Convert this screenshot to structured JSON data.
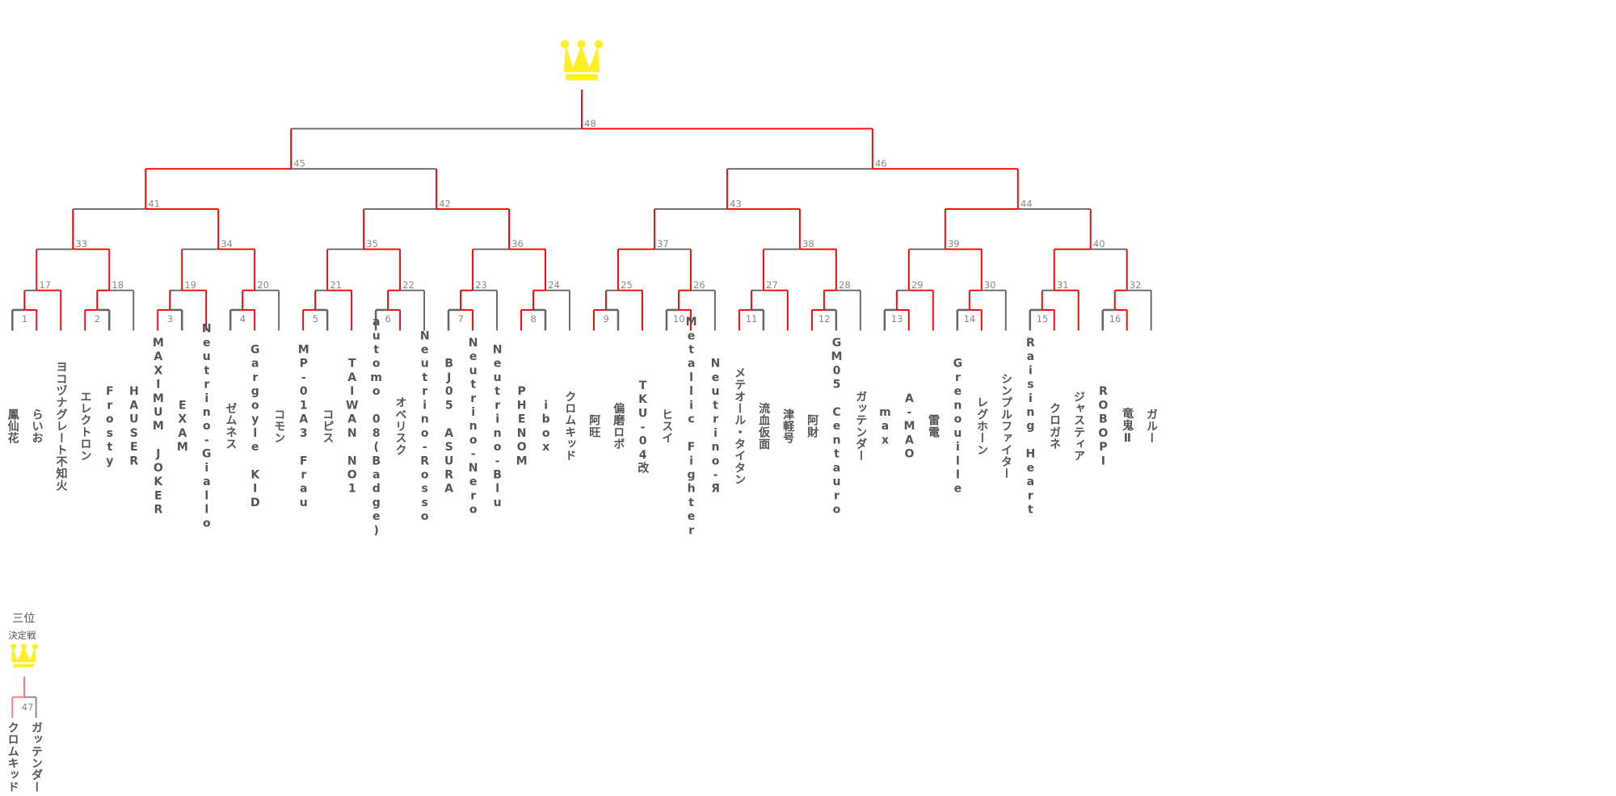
{
  "colors": {
    "win": "#ff0000",
    "lose": "#666666",
    "third_win": "#ff7777",
    "crown": "#ffee22",
    "label": "#888888"
  },
  "players": [
    "鳳仙花",
    "らいお",
    "ヨコヅナグレート不知火",
    "エレクトロン",
    "Frosty",
    "HAUSER",
    "MAXIMUM JOKER",
    "EXAM",
    "Neutrino-Giallo",
    "ゼムネス",
    "Gargoyle KID",
    "コモン",
    "MP-01A3 Frau",
    "コピス",
    "TAIWAN NO1",
    "automo 08(Badge)",
    "オベリスク",
    "Neutrino-Rosso",
    "BJ05 ASURA",
    "Neutrino-Nero",
    "Neutrino-Blu",
    "PHENOM",
    "ibox",
    "クロムキッド",
    "阿旺",
    "偏磨ロボ",
    "TKU-04改",
    "ヒスイ",
    "Metallic Fighter",
    "Neutrino-Я",
    "メテオール・タイタン",
    "流血仮面",
    "津軽号",
    "阿財",
    "GM05 Centauro",
    "ガッテンダー",
    "max",
    "A-MAO",
    "雷電",
    "Grenouille",
    "レグホーン",
    "シンプルファイター",
    "Raising Heart",
    "クロガネ",
    "ジャスティア",
    "ROBOPI",
    "竜鬼Ⅱ",
    "ガルー"
  ],
  "matches": {
    "1": "right",
    "2": "left",
    "3": "left",
    "4": "right",
    "5": "left",
    "6": "right",
    "7": "right",
    "8": "left",
    "9": "left",
    "10": "right",
    "11": "left",
    "12": "left",
    "13": "right",
    "14": "right",
    "15": "right",
    "16": "right",
    "17": "right",
    "18": "left",
    "19": "right",
    "20": "left",
    "21": "right",
    "22": "left",
    "23": "left",
    "24": "left",
    "25": "right",
    "26": "left",
    "27": "right",
    "28": "left",
    "29": "right",
    "30": "left",
    "31": "right",
    "32": "left",
    "33": "right",
    "34": "right",
    "35": "right",
    "36": "right",
    "37": "left",
    "38": "right",
    "39": "right",
    "40": "left",
    "41": "right",
    "42": "right",
    "43": "right",
    "44": "left",
    "45": "left",
    "46": "right",
    "48": "right"
  },
  "third_place": {
    "title_line1": "三位",
    "title_line2": "決定戦",
    "match_number": "47",
    "winner": "left",
    "players": [
      "クロムキッド",
      "ガッテンダー"
    ]
  }
}
